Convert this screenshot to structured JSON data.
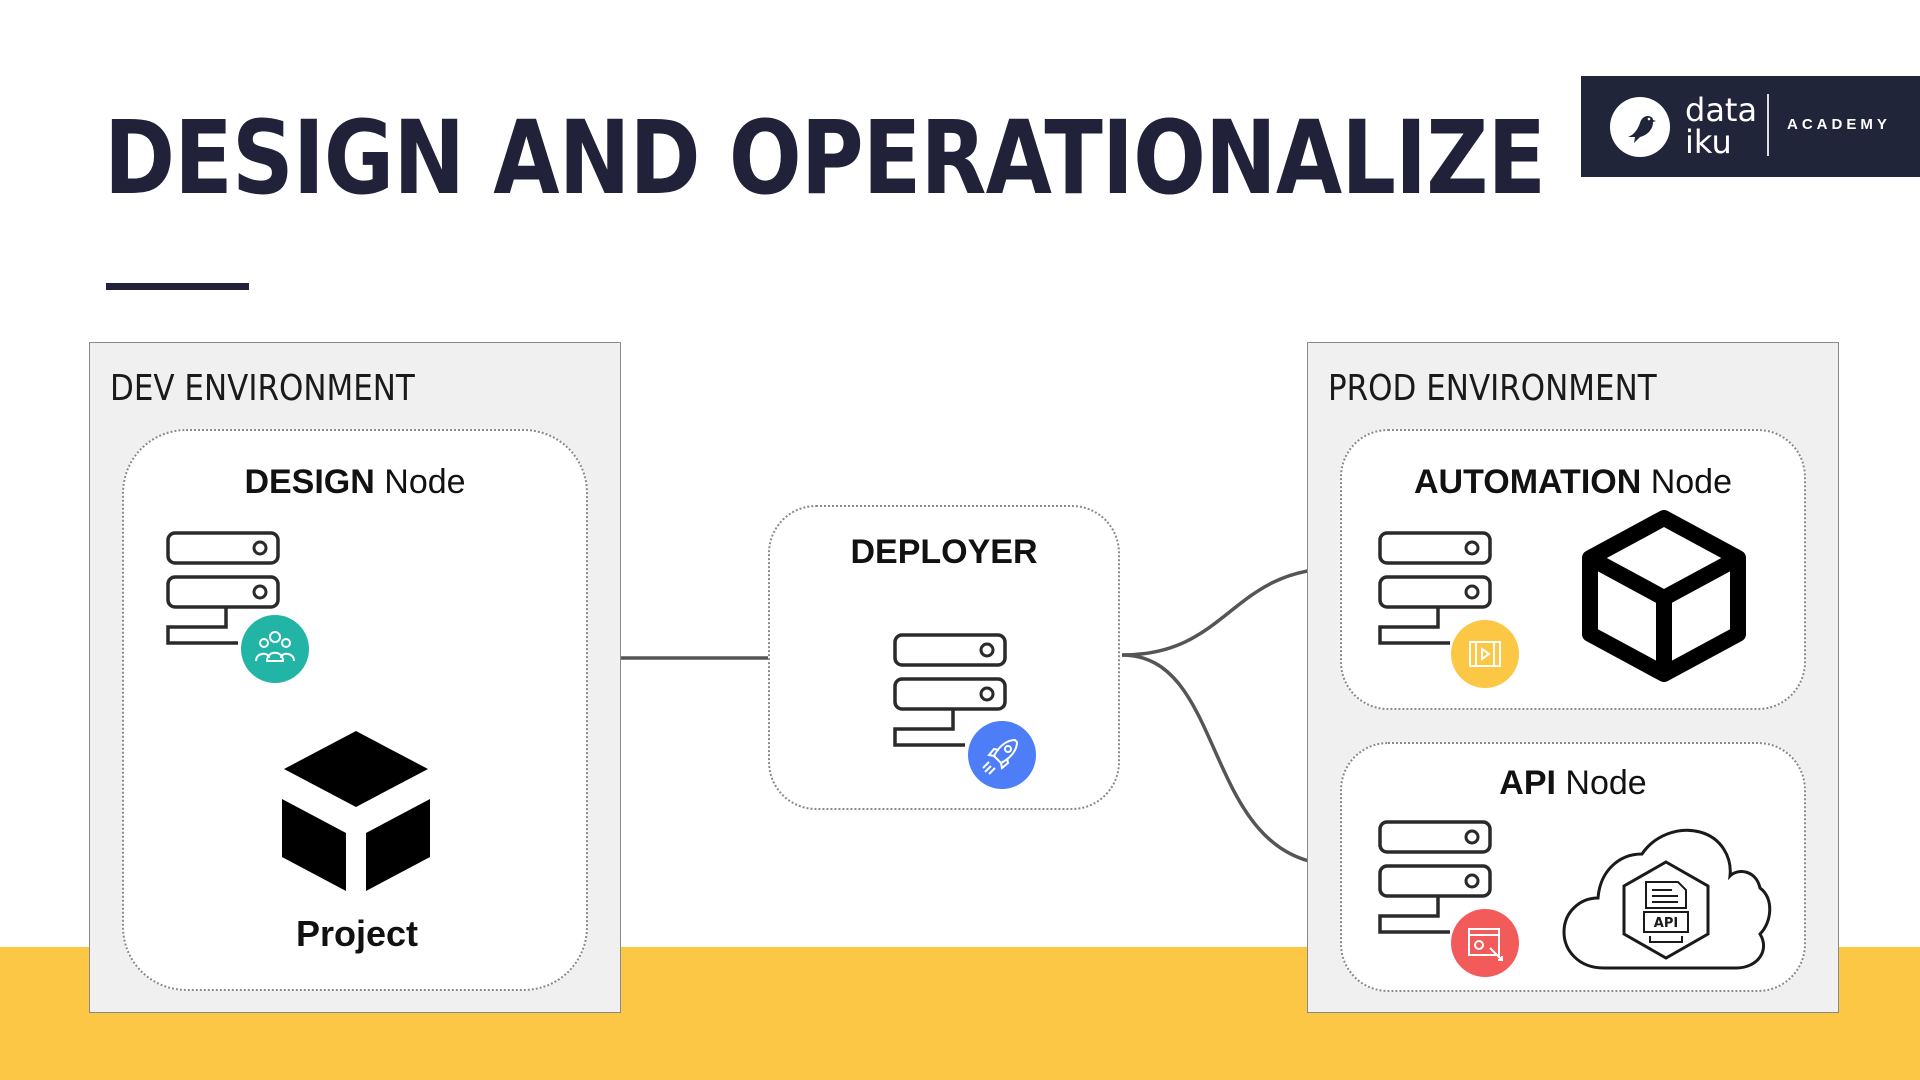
{
  "page": {
    "title": "DESIGN AND OPERATIONALIZE"
  },
  "logo": {
    "word_line1": "data",
    "word_line2": "iku",
    "academy": "ACADEMY"
  },
  "dev_environment": {
    "label": "DEV ENVIRONMENT",
    "design_node": {
      "title_bold": "DESIGN",
      "title_rest": " Node",
      "project_label": "Project",
      "badge_icon": "users-group-icon"
    }
  },
  "deployer": {
    "title": "DEPLOYER",
    "badge_icon": "rocket-icon"
  },
  "prod_environment": {
    "label": "PROD ENVIRONMENT",
    "automation_node": {
      "title_bold": "AUTOMATION",
      "title_rest": " Node",
      "badge_icon": "scenario-film-icon"
    },
    "api_node": {
      "title_bold": "API",
      "title_rest": " Node",
      "cloud_api_label": "API",
      "badge_icon": "api-service-icon"
    }
  },
  "colors": {
    "title": "#21213a",
    "logo_bg": "#21253a",
    "yellow_band": "#fcc744",
    "env_bg": "#f0f0f0",
    "design_badge": "#22b5a5",
    "deployer_badge": "#4d7ef7",
    "automation_badge": "#fcc744",
    "api_badge": "#f35b5b"
  }
}
